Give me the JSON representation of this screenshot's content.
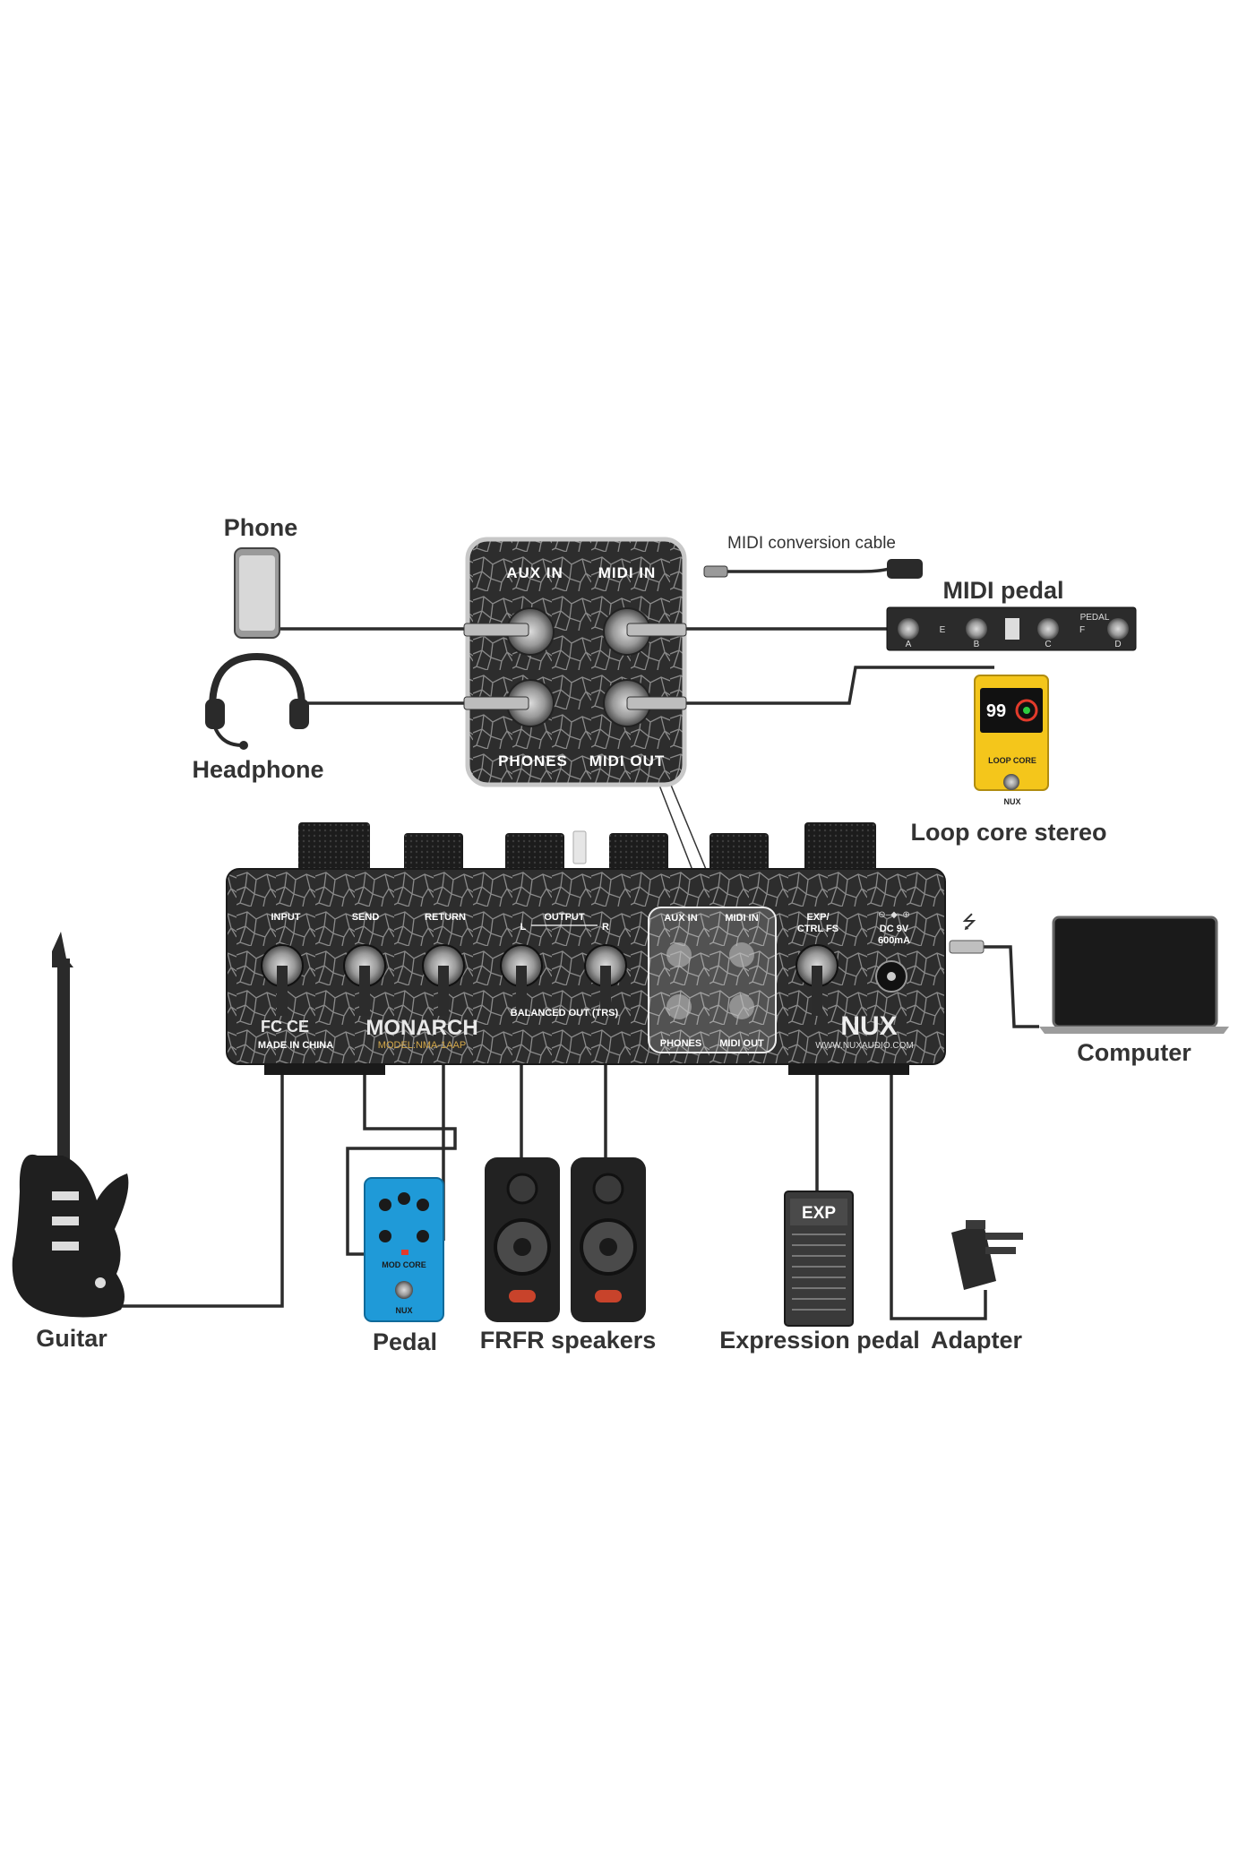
{
  "labels": {
    "phone": "Phone",
    "headphone": "Headphone",
    "midi_conversion_cable": "MIDI conversion cable",
    "midi_pedal": "MIDI pedal",
    "loop_core_stereo": "Loop core stereo",
    "computer": "Computer",
    "guitar": "Guitar",
    "pedal": "Pedal",
    "frfr_speakers": "FRFR speakers",
    "expression_pedal": "Expression pedal",
    "adapter": "Adapter"
  },
  "zoom_panel": {
    "aux_in": "AUX  IN",
    "midi_in": "MIDI  IN",
    "phones": "PHONES",
    "midi_out": "MIDI  OUT"
  },
  "unit": {
    "input": "INPUT",
    "send": "SEND",
    "return": "RETURN",
    "output": "OUTPUT",
    "out_l": "L",
    "out_r": "R",
    "balanced_out": "BALANCED OUT (TRS)",
    "aux_in": "AUX  IN",
    "midi_in": "MIDI  IN",
    "phones": "PHONES",
    "midi_out": "MIDI  OUT",
    "exp_line1": "EXP/",
    "exp_line2": "CTRL FS",
    "dc_line1": "DC 9V",
    "dc_line2": "600mA",
    "brand": "MONARCH",
    "model": "MODEL:NMA-1AAP",
    "made_in": "MADE IN CHINA",
    "cert": "FC CE",
    "logo": "NUX",
    "website": "WWW.NUXAUDIO.COM"
  },
  "midi_pedal": {
    "pedal_label": "PEDAL",
    "switch_letters": [
      "A",
      "B",
      "C",
      "D"
    ],
    "mid_letters": [
      "E",
      "F"
    ]
  },
  "loop_core": {
    "display_value": "99",
    "name": "LOOP CORE",
    "logo": "NUX"
  },
  "mod_core": {
    "name": "MOD CORE",
    "logo": "NUX"
  },
  "exp_pedal": {
    "logo": "EXP"
  },
  "colors": {
    "cable": "#2c2c2c",
    "unit_body": "#2b2b2b",
    "mod_core_blue": "#1f9ad8",
    "loop_core_yellow": "#f4c61b",
    "label_text": "#333333"
  }
}
